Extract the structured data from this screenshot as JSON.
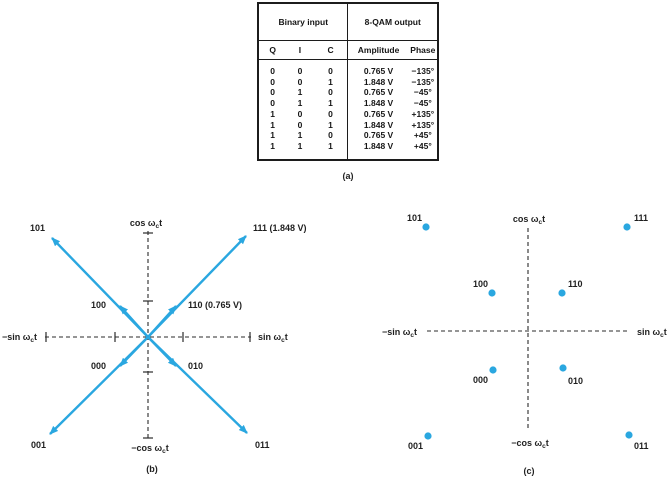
{
  "colors": {
    "accent": "#2aa7e0",
    "ink": "#1f1f1f"
  },
  "table": {
    "group_headers": {
      "left": "Binary input",
      "right": "8-QAM output"
    },
    "columns": {
      "q": "Q",
      "i": "I",
      "c": "C",
      "amplitude": "Amplitude",
      "phase": "Phase"
    },
    "rows": [
      {
        "q": "0",
        "i": "0",
        "c": "0",
        "amplitude": "0.765 V",
        "phase": "−135°"
      },
      {
        "q": "0",
        "i": "0",
        "c": "1",
        "amplitude": "1.848 V",
        "phase": "−135°"
      },
      {
        "q": "0",
        "i": "1",
        "c": "0",
        "amplitude": "0.765 V",
        "phase": "−45°"
      },
      {
        "q": "0",
        "i": "1",
        "c": "1",
        "amplitude": "1.848 V",
        "phase": "−45°"
      },
      {
        "q": "1",
        "i": "0",
        "c": "0",
        "amplitude": "0.765 V",
        "phase": "+135°"
      },
      {
        "q": "1",
        "i": "0",
        "c": "1",
        "amplitude": "1.848 V",
        "phase": "+135°"
      },
      {
        "q": "1",
        "i": "1",
        "c": "0",
        "amplitude": "0.765 V",
        "phase": "+45°"
      },
      {
        "q": "1",
        "i": "1",
        "c": "1",
        "amplitude": "1.848 V",
        "phase": "+45°"
      }
    ],
    "caption": "(a)"
  },
  "axis_labels": {
    "top": {
      "pre": "cos ω",
      "sub": "c",
      "post": "t"
    },
    "bottom": {
      "pre": "−cos ω",
      "sub": "c",
      "post": "t"
    },
    "left": {
      "pre": "−sin ω",
      "sub": "c",
      "post": "t"
    },
    "right": {
      "pre": "sin ω",
      "sub": "c",
      "post": "t"
    }
  },
  "phasor": {
    "caption": "(b)",
    "labels": {
      "v101": "101",
      "v111": "111 (1.848 V)",
      "v100": "100",
      "v110": "110 (0.765 V)",
      "v000": "000",
      "v010": "010",
      "v001": "001",
      "v011": "011"
    }
  },
  "constellation": {
    "caption": "(c)",
    "labels": {
      "p101": "101",
      "p111": "111",
      "p100": "100",
      "p110": "110",
      "p000": "000",
      "p010": "010",
      "p001": "001",
      "p011": "011"
    }
  }
}
